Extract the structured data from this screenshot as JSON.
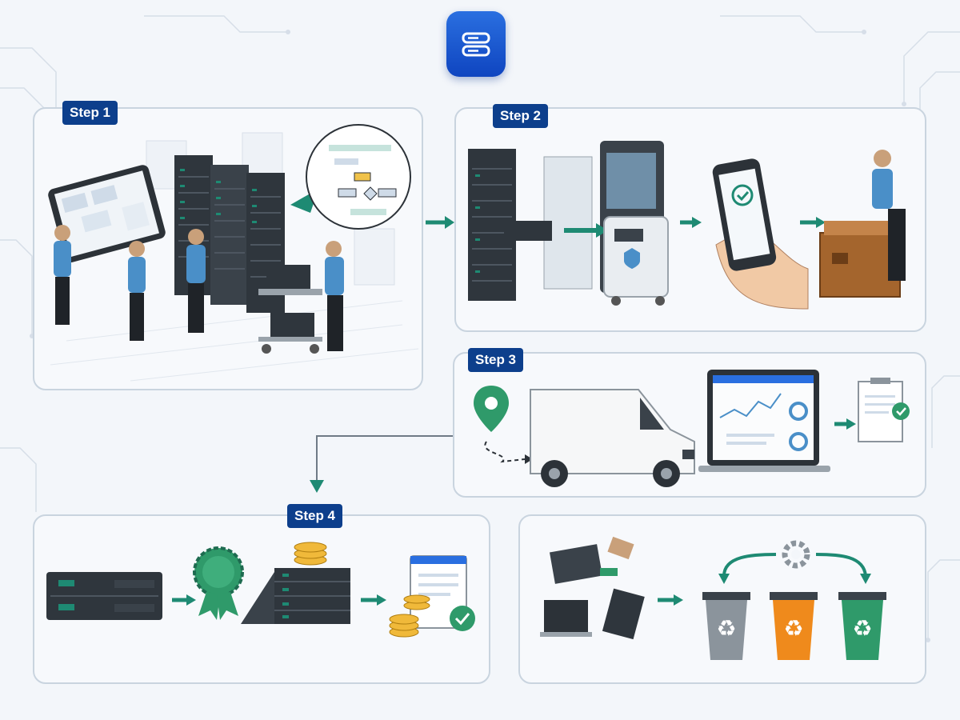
{
  "header": {
    "icon": "server-stack-icon"
  },
  "steps": [
    {
      "label": "Step 1"
    },
    {
      "label": "Step 2"
    },
    {
      "label": "Step 3"
    },
    {
      "label": "Step 4"
    }
  ],
  "colors": {
    "accent_teal": "#1e8a73",
    "badge_blue": "#0d3f8c",
    "shirt_blue": "#4a8fc8",
    "bin_gray": "#8b949c",
    "bin_orange": "#ef8a1c",
    "bin_green": "#2f9a6a"
  }
}
